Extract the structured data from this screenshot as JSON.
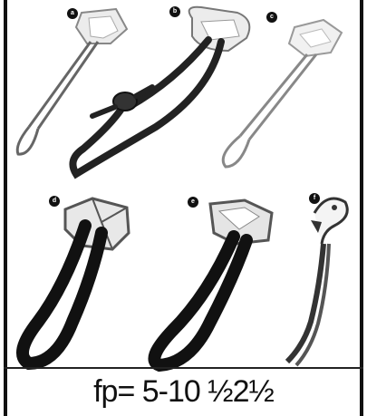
{
  "panels": [
    {
      "label": "a"
    },
    {
      "label": "b"
    },
    {
      "label": "c"
    },
    {
      "label": "d"
    },
    {
      "label": "e"
    },
    {
      "label": "f"
    }
  ],
  "caption": "fp= 5-10 ½2½",
  "colors": {
    "ink": "#111111",
    "sling_outline": "#8a8a8a",
    "chock_fill": "#e6e6e6",
    "background": "#ffffff"
  },
  "icons": [
    "wedge-chock-icon",
    "sling-loop-icon",
    "knot-icon",
    "hook-piton-icon"
  ]
}
